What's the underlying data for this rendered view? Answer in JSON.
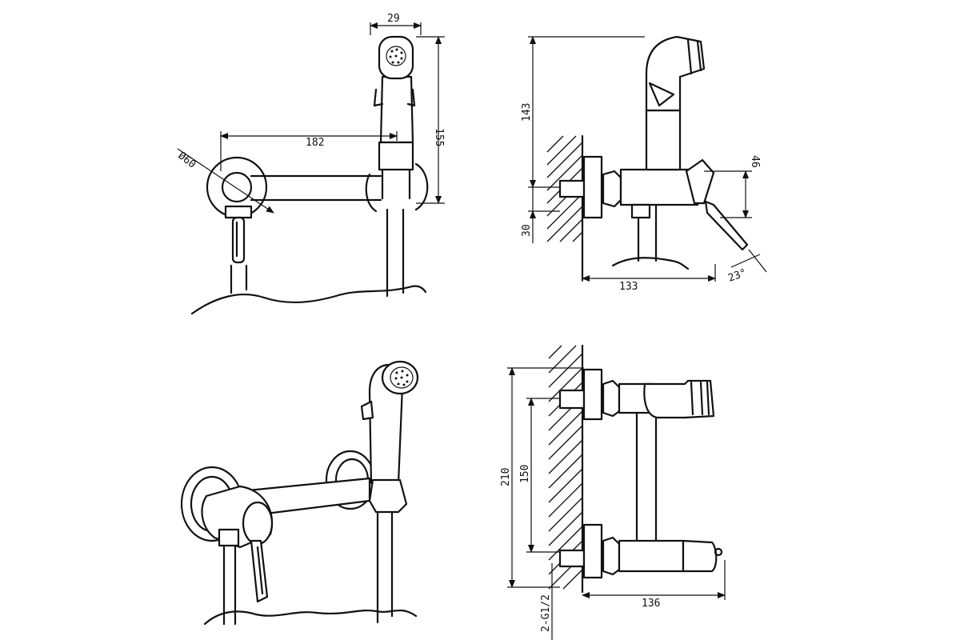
{
  "dimensions": {
    "top_front": {
      "hose_head_width": "29",
      "height": "155",
      "arm_length": "182",
      "flange_diameter": "Ø60"
    },
    "top_side": {
      "height": "143",
      "lever_height": "46",
      "lower_offset": "30",
      "projection": "133",
      "lever_angle": "23°"
    },
    "bottom_side": {
      "total_height": "210",
      "centre_height": "150",
      "projection": "136",
      "thread": "2-G1/2"
    }
  },
  "colors": {
    "line": "#111111",
    "background": "#ffffff"
  }
}
